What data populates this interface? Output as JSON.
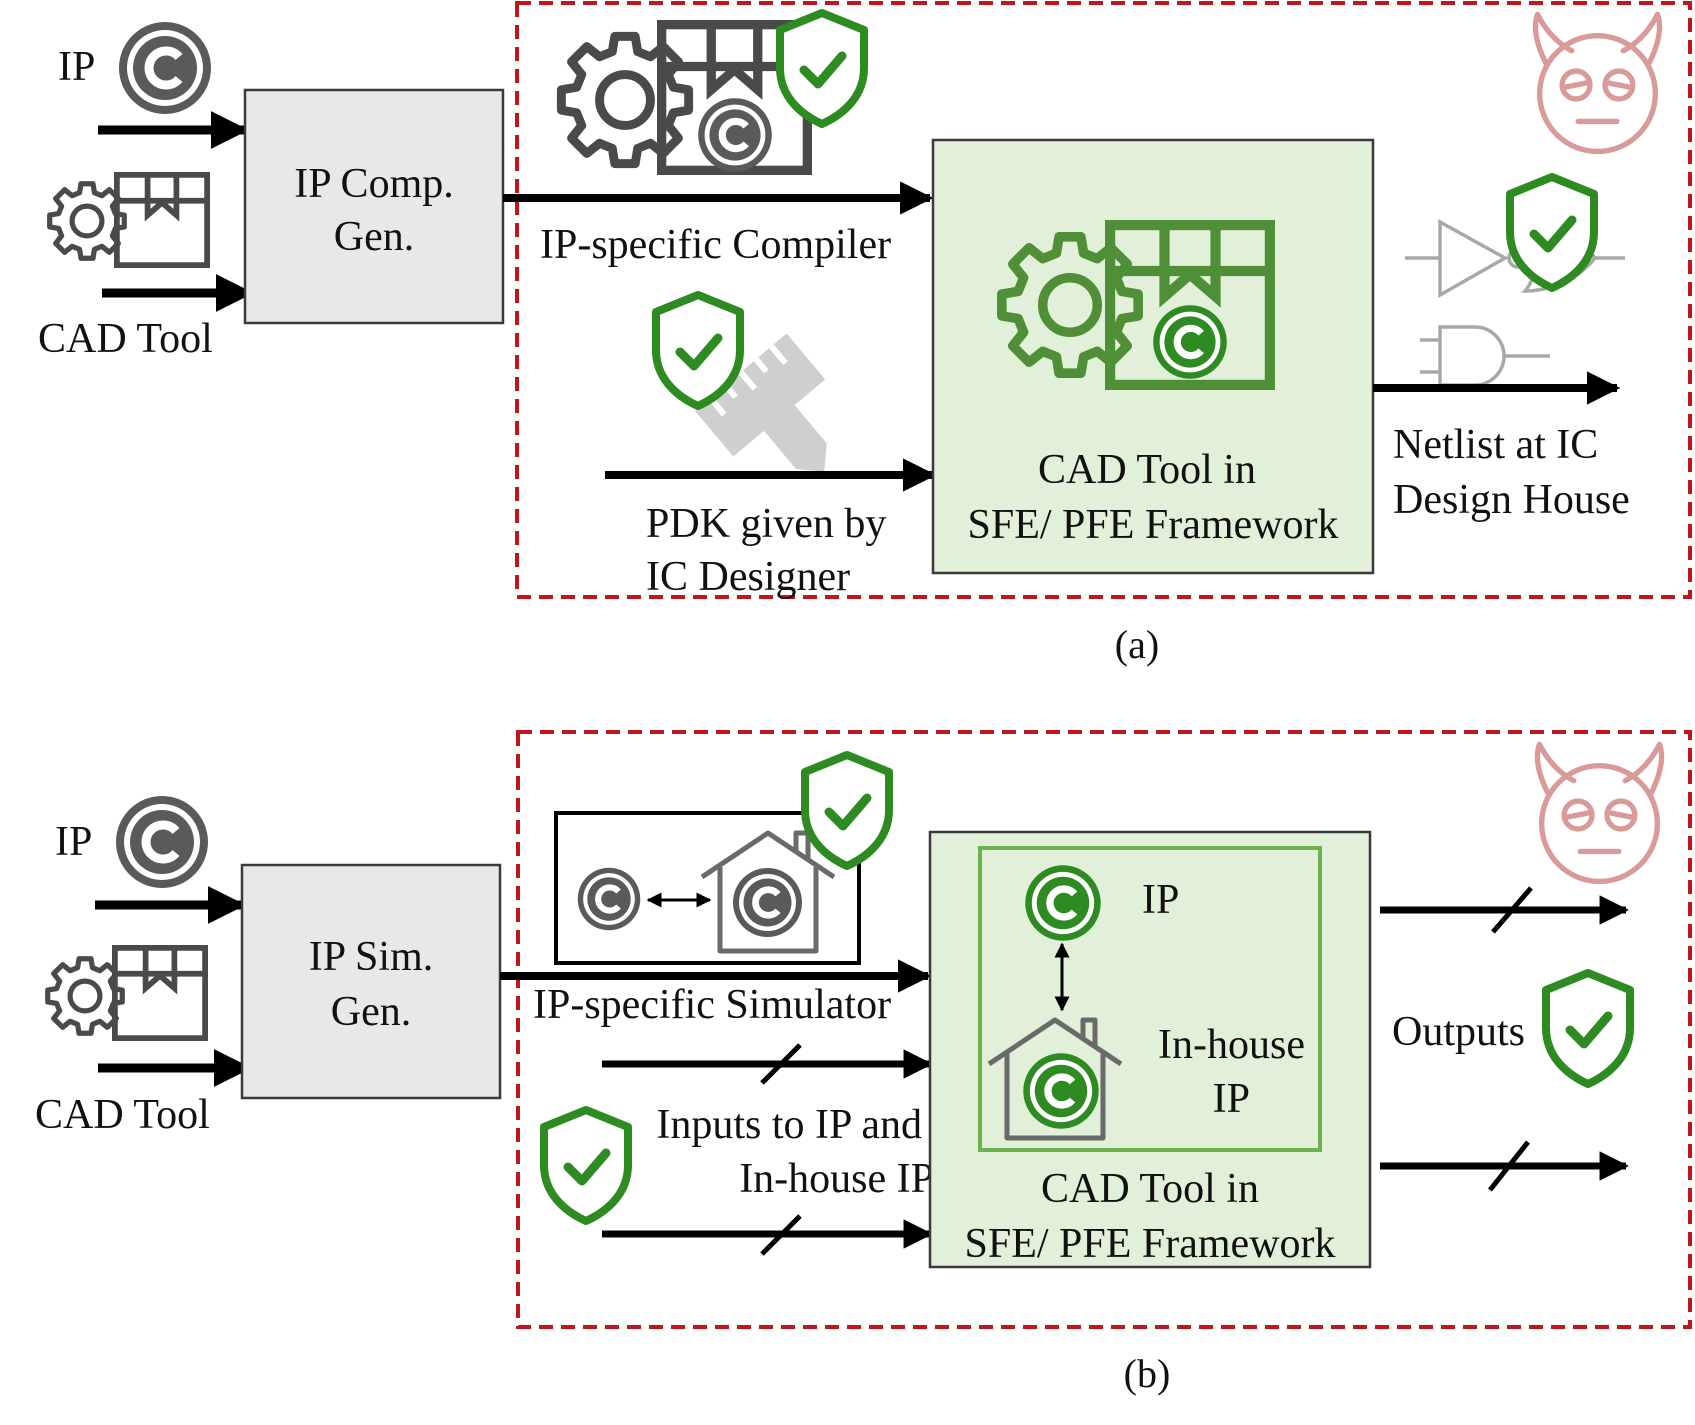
{
  "colors": {
    "arrow": "#000000",
    "threat_border": "#c0161c",
    "gen_box_fill": "#e8e8e8",
    "framework_fill": "#e2efd9",
    "framework_border": "#3a3a3a",
    "green_accent": "#2e8b22",
    "green_icon": "#4f8f37",
    "gray_icon": "#5a5a5a",
    "devil": "#d99a9a"
  },
  "panel_a": {
    "ip_label": "IP",
    "cad_label": "CAD Tool",
    "gen_box_line1": "IP Comp.",
    "gen_box_line2": "Gen.",
    "compiler_label": "IP-specific Compiler",
    "pdk_label_line1": "PDK given by",
    "pdk_label_line2": "IC Designer",
    "framework_line1": "CAD Tool in",
    "framework_line2": "SFE/ PFE Framework",
    "netlist_line1": "Netlist at IC",
    "netlist_line2": "Design House",
    "caption": "(a)"
  },
  "panel_b": {
    "ip_label": "IP",
    "cad_label": "CAD Tool",
    "gen_box_line1": "IP Sim.",
    "gen_box_line2": "Gen.",
    "simulator_label": "IP-specific Simulator",
    "inputs_line1": "Inputs to IP and",
    "inputs_line2": "In-house IP",
    "inner_ip_label": "IP",
    "inhouse_line1": "In-house",
    "inhouse_line2": "IP",
    "framework_line1": "CAD Tool in",
    "framework_line2": "SFE/ PFE Framework",
    "outputs_label": "Outputs",
    "caption": "(b)"
  },
  "icons": {
    "copyright": "copyright-icon",
    "cad_tool": "gear-package-icon",
    "shield": "shield-check-icon",
    "ruler": "ruler-pencil-icon",
    "devil": "devil-face-icon",
    "house": "house-icon",
    "gates": "logic-gates-icon"
  }
}
